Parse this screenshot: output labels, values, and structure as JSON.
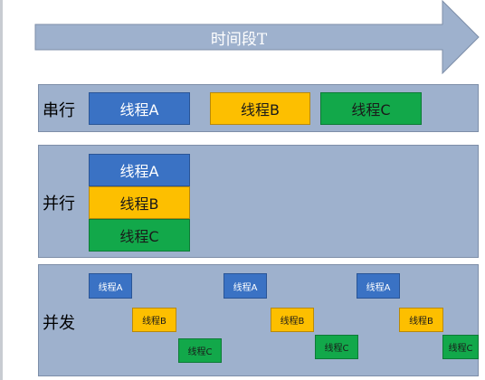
{
  "timeline": {
    "label": "时间段T"
  },
  "colors": {
    "thread_a": "#3a72c4",
    "thread_b": "#fdbf00",
    "thread_c": "#12a84a",
    "panel": "#9eb1cd",
    "arrow": "#9eb1cd"
  },
  "serial": {
    "label": "串行",
    "threads": [
      "线程A",
      "线程B",
      "线程C"
    ]
  },
  "parallel": {
    "label": "并行",
    "threads": [
      "线程A",
      "线程B",
      "线程C"
    ]
  },
  "concurrent": {
    "label": "并发",
    "threads": [
      "线程A",
      "线程B",
      "线程C",
      "线程A",
      "线程B",
      "线程C",
      "线程A",
      "线程B",
      "线程C"
    ]
  }
}
